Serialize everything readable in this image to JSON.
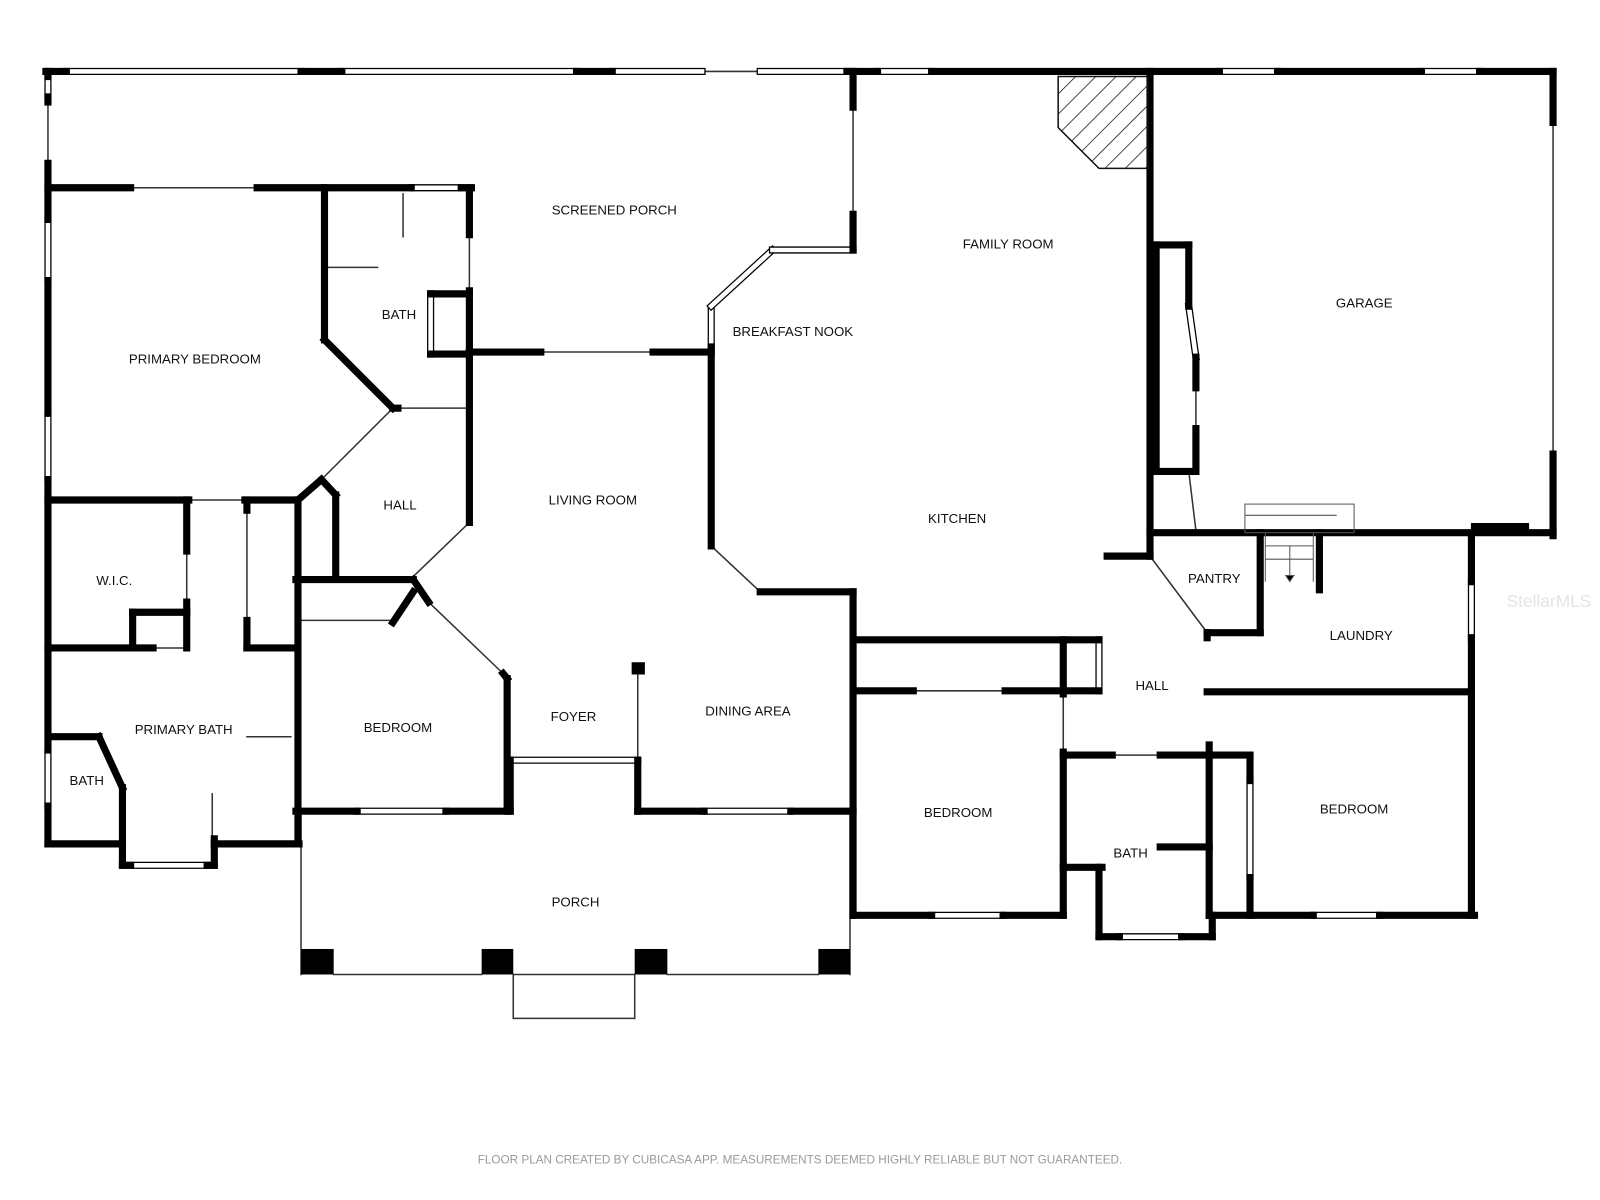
{
  "rooms": {
    "screened_porch": "SCREENED PORCH",
    "family_room": "FAMILY ROOM",
    "garage": "GARAGE",
    "bath_upper": "BATH",
    "breakfast_nook": "BREAKFAST NOOK",
    "primary_bedroom": "PRIMARY BEDROOM",
    "hall_left": "HALL",
    "living_room": "LIVING ROOM",
    "kitchen": "KITCHEN",
    "wic": "W.I.C.",
    "pantry": "PANTRY",
    "laundry": "LAUNDRY",
    "hall_right": "HALL",
    "primary_bath": "PRIMARY BATH",
    "bedroom_left": "BEDROOM",
    "foyer": "FOYER",
    "dining_area": "DINING AREA",
    "bath_small": "BATH",
    "bedroom_mid": "BEDROOM",
    "bedroom_right": "BEDROOM",
    "bath_mid": "BATH",
    "porch": "PORCH"
  },
  "watermark": "StellarMLS",
  "footer": "FLOOR PLAN CREATED BY CUBICASA APP. MEASUREMENTS DEEMED HIGHLY RELIABLE BUT NOT GUARANTEED."
}
